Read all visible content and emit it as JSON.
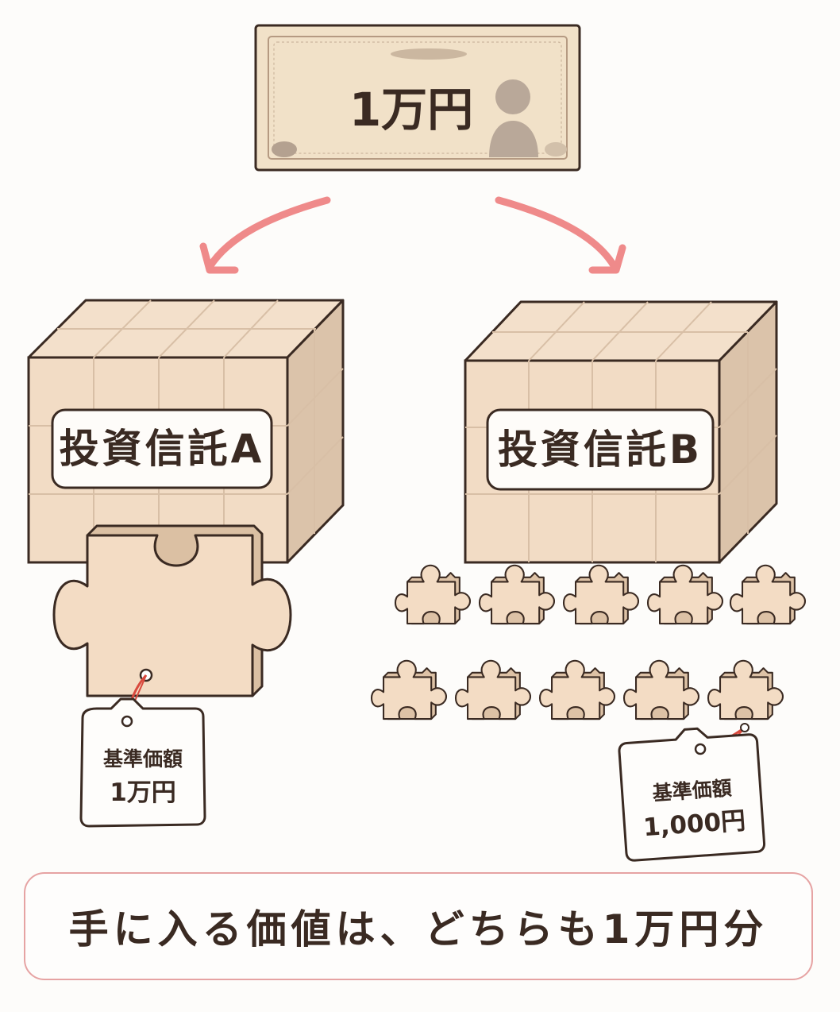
{
  "bill": {
    "amount_label": "1万円"
  },
  "fund_a": {
    "name": "投資信託A",
    "tag_title": "基準価額",
    "tag_value": "1万円",
    "pieces": 1
  },
  "fund_b": {
    "name": "投資信託B",
    "tag_title": "基準価額",
    "tag_value": "1,000円",
    "pieces": 10
  },
  "footer": {
    "text": "手に入る価値は、どちらも1万円分"
  },
  "colors": {
    "accent_arrow": "#ef8a8a",
    "piece_fill": "#f3dcc4",
    "outline": "#3a2a22",
    "string": "#d94a3e"
  }
}
